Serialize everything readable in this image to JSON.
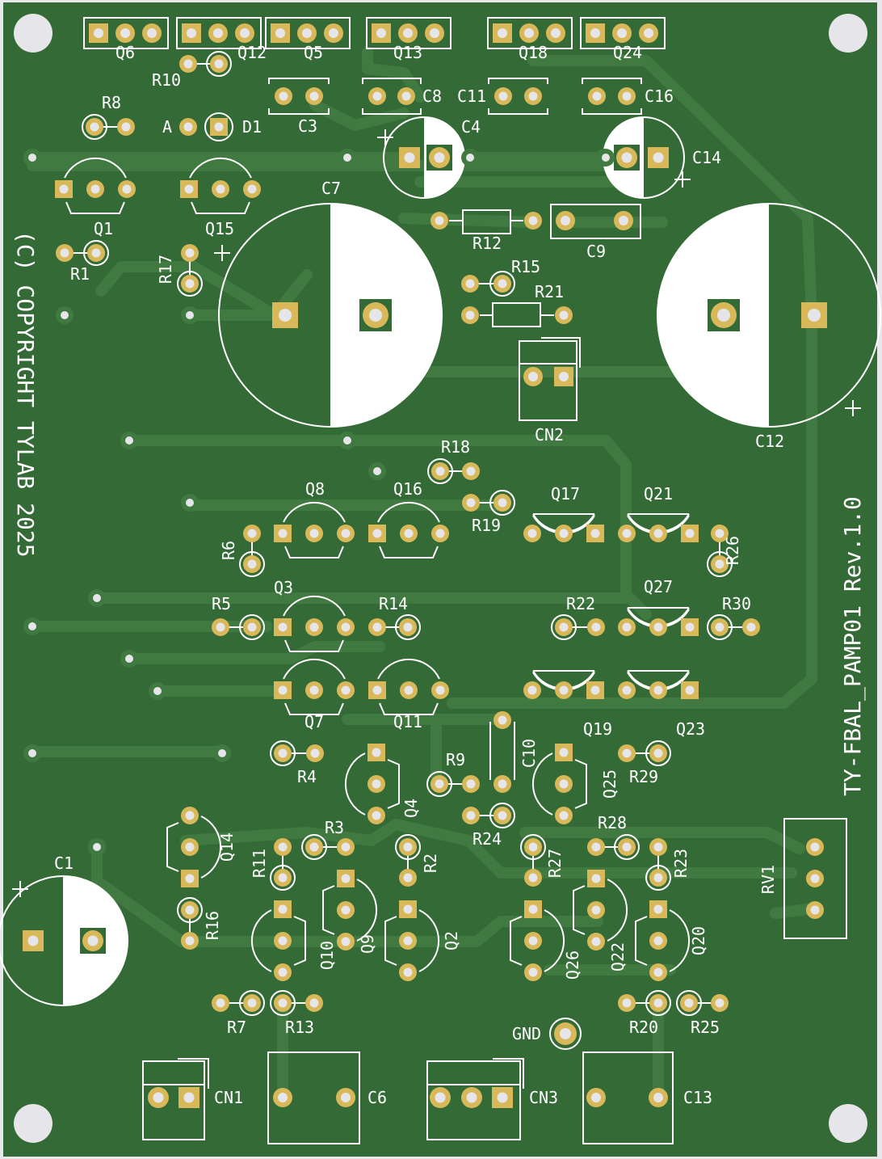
{
  "board": {
    "name": "TY-FBAL_PAMP01 Rev.1.0",
    "copyright": "(C) COPYRIGHT TYLAB 2025",
    "colors": {
      "background": "#e8e8ea",
      "substrate": "#336a36",
      "trace": "#417a40",
      "pad": "#d9b85a",
      "drill": "#e6e6ea",
      "silkscreen": "#ffffff"
    }
  },
  "labels": {
    "Q6": "Q6",
    "Q12": "Q12",
    "Q5": "Q5",
    "Q13": "Q13",
    "Q18": "Q18",
    "Q24": "Q24",
    "R10": "R10",
    "R8": "R8",
    "A": "A",
    "D1": "D1",
    "C3": "C3",
    "C8": "C8",
    "C11": "C11",
    "C16": "C16",
    "C4": "C4",
    "C14": "C14",
    "Q1": "Q1",
    "Q15": "Q15",
    "C7": "C7",
    "R12": "R12",
    "C9": "C9",
    "R1": "R1",
    "R17": "R17",
    "R15": "R15",
    "R21": "R21",
    "CN2": "CN2",
    "C12": "C12",
    "R18": "R18",
    "Q8": "Q8",
    "Q16": "Q16",
    "R19": "R19",
    "Q17": "Q17",
    "Q21": "Q21",
    "R6": "R6",
    "R26": "R26",
    "Q3": "Q3",
    "R5": "R5",
    "R14": "R14",
    "R22": "R22",
    "Q27": "Q27",
    "R30": "R30",
    "Q7": "Q7",
    "Q11": "Q11",
    "Q19": "Q19",
    "Q23": "Q23",
    "R4": "R4",
    "Q4": "Q4",
    "R9": "R9",
    "C10": "C10",
    "Q25": "Q25",
    "R29": "R29",
    "R24": "R24",
    "Q14": "Q14",
    "R3": "R3",
    "R11": "R11",
    "R2": "R2",
    "R27": "R27",
    "R28": "R28",
    "R23": "R23",
    "RV1": "RV1",
    "C1": "C1",
    "R16": "R16",
    "Q10": "Q10",
    "Q9": "Q9",
    "Q2": "Q2",
    "Q26": "Q26",
    "Q22": "Q22",
    "Q20": "Q20",
    "R7": "R7",
    "R13": "R13",
    "GND": "GND",
    "R20": "R20",
    "R25": "R25",
    "CN1": "CN1",
    "C6": "C6",
    "CN3": "CN3",
    "C13": "C13"
  },
  "polarity_marks": [
    "+",
    "+",
    "+",
    "+",
    "+"
  ]
}
